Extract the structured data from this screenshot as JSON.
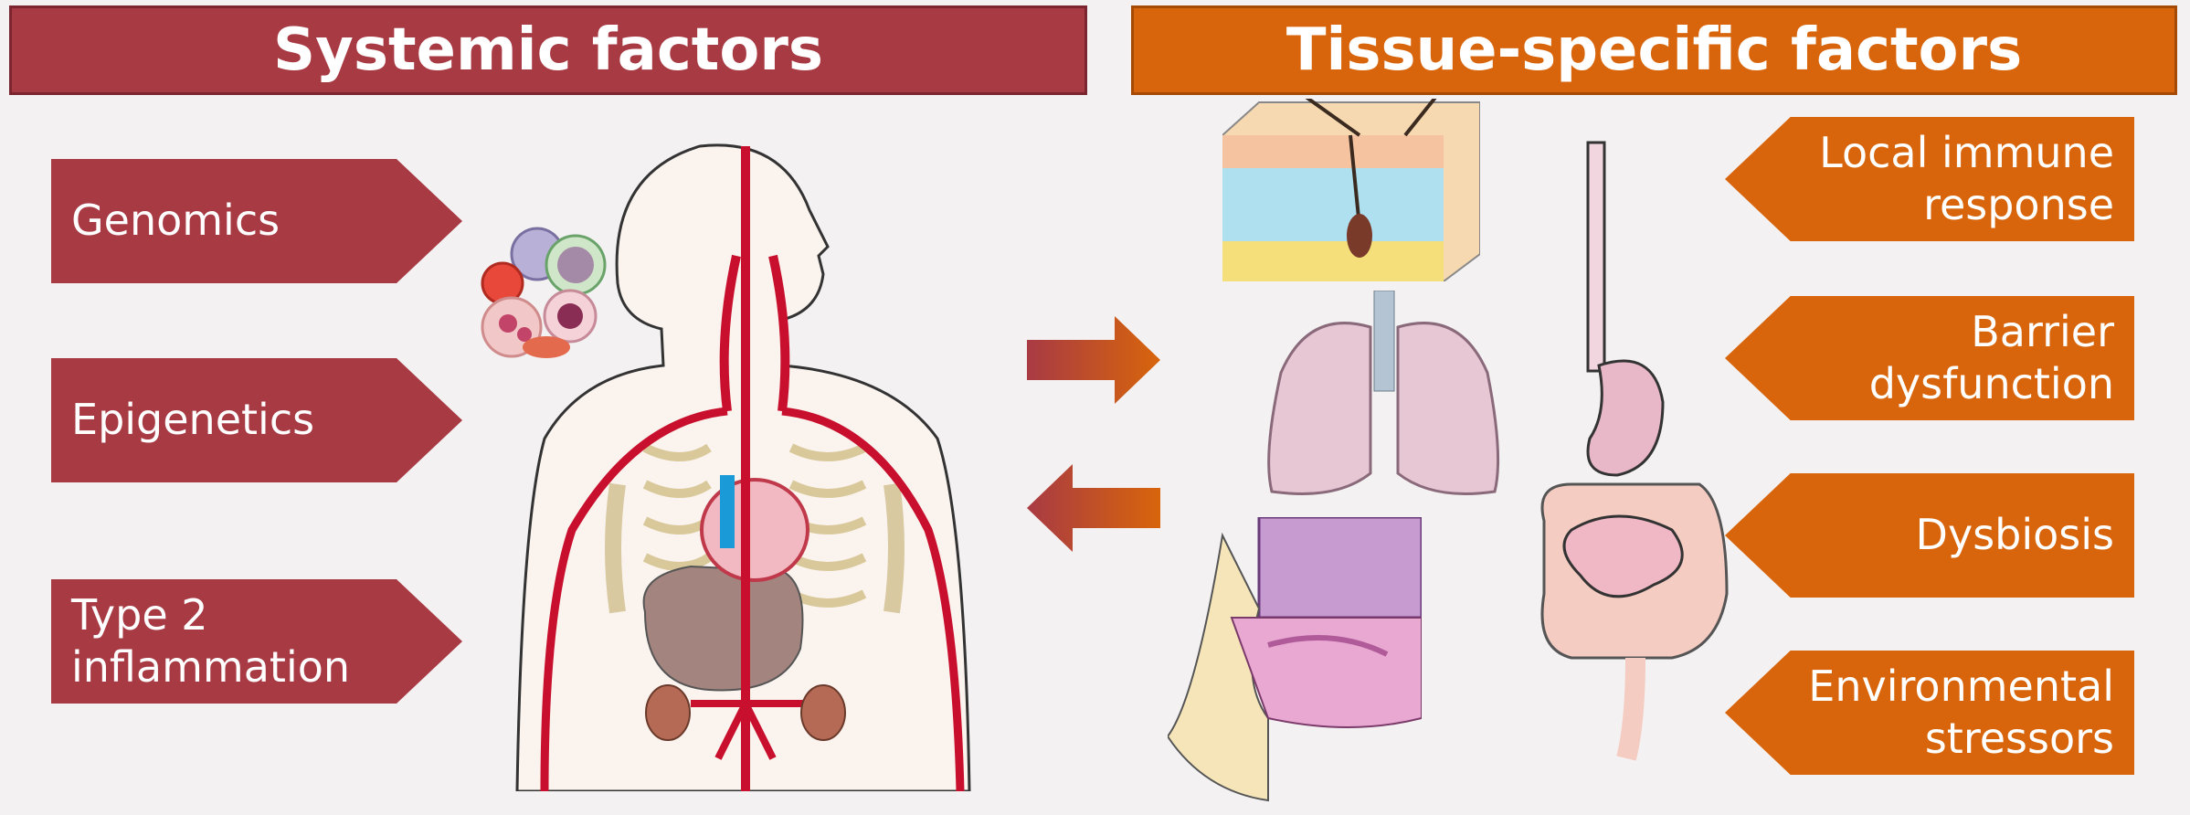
{
  "left_header": "Systemic factors",
  "right_header": "Tissue-specific factors",
  "systemic_factors": [
    "Genomics",
    "Epigenetics",
    "Type 2 inflammation"
  ],
  "tissue_factors": [
    "Local immune response",
    "Barrier dysfunction",
    "Dysbiosis",
    "Environmental stressors"
  ],
  "colors": {
    "systemic": "#a83a44",
    "tissue": "#d8650b",
    "background": "#f3f1f1"
  }
}
